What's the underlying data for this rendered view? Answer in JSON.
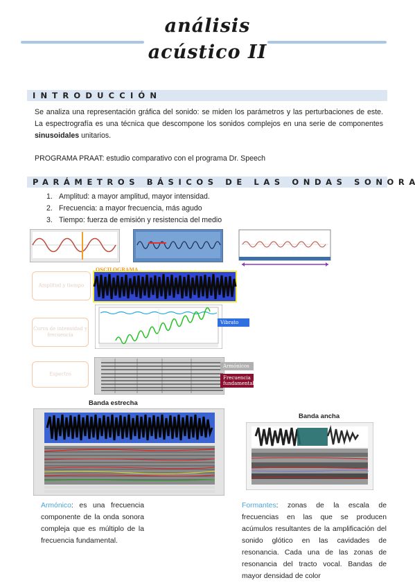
{
  "title": {
    "line1": "análisis",
    "line2": "acústico II"
  },
  "sections": {
    "intro_heading": "INTRODUCCIÓN",
    "params_heading": "PARÁMETROS BÁSICOS DE LAS ONDAS SONORAS"
  },
  "intro": {
    "para1_start": "Se analiza una representación gráfica del sonido: se miden los parámetros y las perturbaciones de este. La espectrografía es una técnica que descompone los sonidos complejos en una serie de componentes ",
    "para1_bold": "sinusoidales",
    "para1_end": " unitarios.",
    "para2": "PROGRAMA PRAAT: estudio comparativo con el programa Dr. Speech"
  },
  "params_list": [
    {
      "num": "1.",
      "text": "Amplitud: a mayor amplitud, mayor intensidad."
    },
    {
      "num": "2.",
      "text": "Frecuencia: a mayor frecuencia, más agudo"
    },
    {
      "num": "3.",
      "text": "Tiempo: fuerza de emisión y resistencia del medio"
    }
  ],
  "figure_labels": {
    "oscilograma": "OSCILOGRAMA",
    "box_amplitud": "Amplitud y tiempo",
    "box_curva": "Curva de intensidad y frecuencia",
    "box_espectro": "Espectro",
    "vibrato": "Vibrato",
    "armonicos": "Armónicos",
    "frecuencia_fundamental": "Frecuencia fundamental"
  },
  "spectrograms": {
    "narrow_title": "Banda estrecha",
    "wide_title": "Banda ancha"
  },
  "definitions": {
    "armonico_term": "Armónico",
    "armonico_text": ": es una frecuencia componente de la onda sonora compleja que es múltiplo de la frecuencia fundamental.",
    "formantes_term": "Formantes",
    "formantes_text": ": zonas de la escala de frecuencias en las que se producen acúmulos resultantes de la amplificación del sonido glótico en las cavidades de resonancia. Cada una de las zonas de resonancia del tracto vocal. Bandas de mayor densidad de color"
  },
  "colors": {
    "accent_blue": "#4aa3d8",
    "rule_blue": "#a9c6e4",
    "section_bg": "#dbe6f2"
  }
}
